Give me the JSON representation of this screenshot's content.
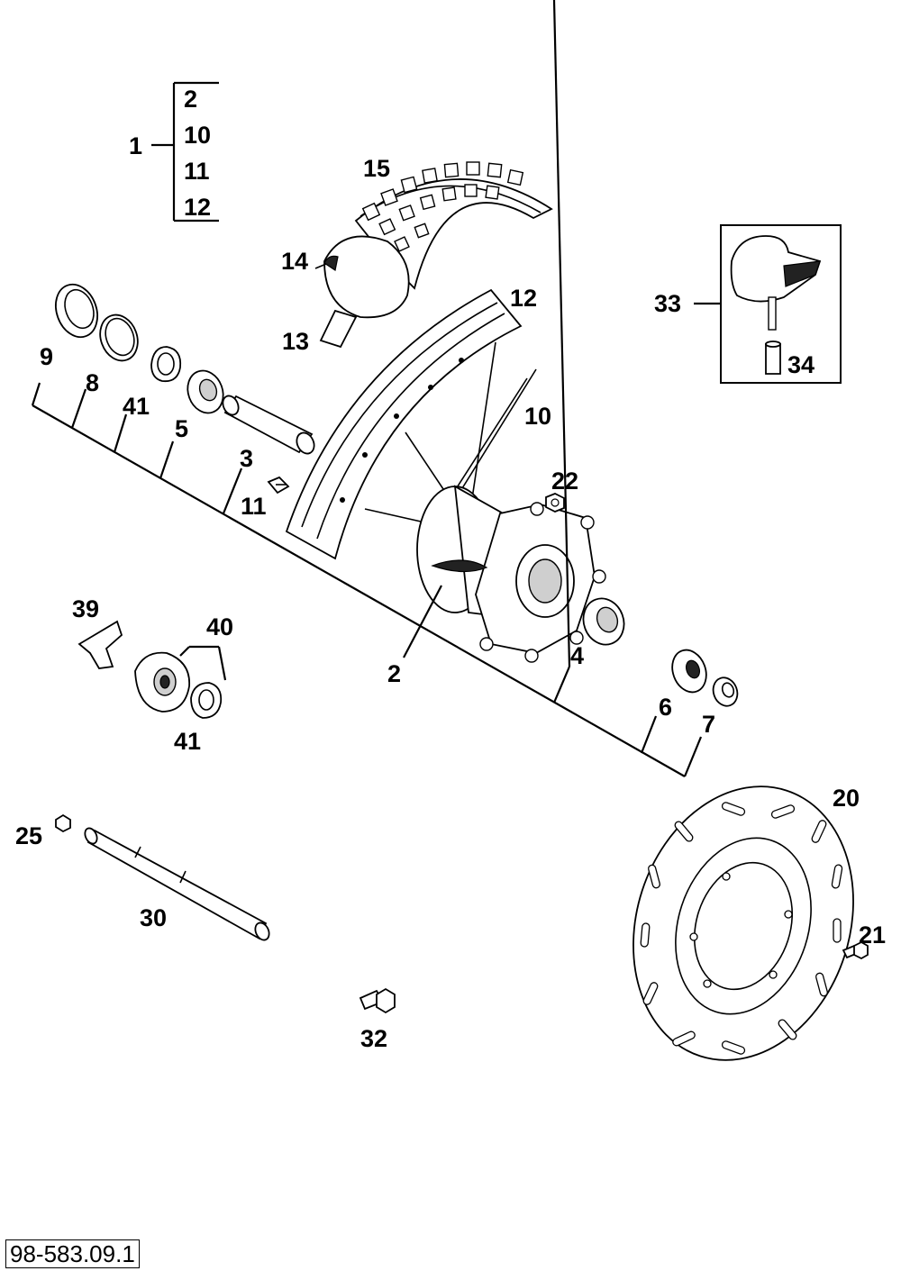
{
  "diagram": {
    "group": {
      "parent": "1",
      "members": [
        "2",
        "10",
        "11",
        "12"
      ]
    },
    "callouts": {
      "c2": "2",
      "c3": "3",
      "c4": "4",
      "c5": "5",
      "c6": "6",
      "c7": "7",
      "c8": "8",
      "c9": "9",
      "c10": "10",
      "c11": "11",
      "c12": "12",
      "c13": "13",
      "c14": "14",
      "c15": "15",
      "c20": "20",
      "c21": "21",
      "c22": "22",
      "c25": "25",
      "c30": "30",
      "c32": "32",
      "c33": "33",
      "c34": "34",
      "c39": "39",
      "c40": "40",
      "c41a": "41",
      "c41b": "41"
    },
    "doc_ref": "98-583.09.1"
  }
}
